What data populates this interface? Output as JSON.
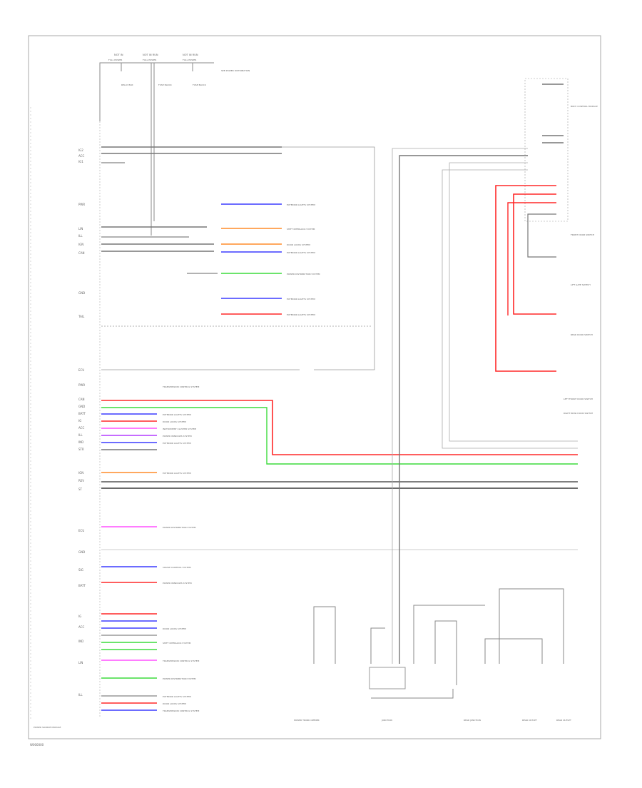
{
  "frame_code": "W000000",
  "top_connectors": [
    "NOT IN",
    "NOT IN RUN",
    "NOT IN RUN"
  ],
  "top_sublabels": [
    "FULL POWER",
    "FULL POWER",
    "FULL POWER"
  ],
  "top_block_labels": [
    "RELAY BOX",
    "FUSE BLOCK",
    "FUSE BLOCK",
    "SEE POWER DISTRIBUTION"
  ],
  "left_module_label": "POWER SOURCE MODULE",
  "left_pin_labels_upper": [
    "IG2",
    "ACC",
    "IG1",
    "PWR",
    "LIN",
    "ILL",
    "IGN",
    "CAN",
    "GND",
    "TAIL"
  ],
  "left_pin_labels_lower": [
    "ECU",
    "PWR",
    "CAN",
    "GND",
    "BATT",
    "IG",
    "ACC",
    "ILL",
    "IND",
    "STR",
    "IGN",
    "REV",
    "ST",
    "ECU",
    "GND",
    "SIG",
    "BATT",
    "IG",
    "ACC",
    "IND",
    "LIN",
    "ILL"
  ],
  "system_refs": [
    "EXTERIOR LIGHTS SYSTEM",
    "SHIFT INTERLOCK SYSTEM",
    "DOOR LOCKS SYSTEM",
    "POWER DISTRIBUTION SYSTEM",
    "INSTRUMENT CLUSTER SYSTEM",
    "POWER WINDOWS SYSTEM",
    "TRANSMISSION CONTROL SYSTEM",
    "CRUISE CONTROL SYSTEM"
  ],
  "wire_colors": {
    "blue": "#3c3cff",
    "orange": "#ff8c28",
    "green": "#3cdc3c",
    "red": "#ff2828",
    "pink": "#ff50ff",
    "purple": "#b43cff",
    "black": "#555555"
  },
  "right_components": [
    "BODY CONTROL MODULE",
    "FRONT DOOR SWITCH",
    "LIFT GATE SWITCH",
    "REAR DOOR SWITCH",
    "LEFT FRONT DOOR SWITCH",
    "RIGHT REAR DOOR SWITCH"
  ],
  "bottom_components": [
    "POWER TRUNK OPENER",
    "JUNCTION",
    "REAR JUNCTION",
    "REAR OUTLET",
    "REAR OUTLET"
  ]
}
